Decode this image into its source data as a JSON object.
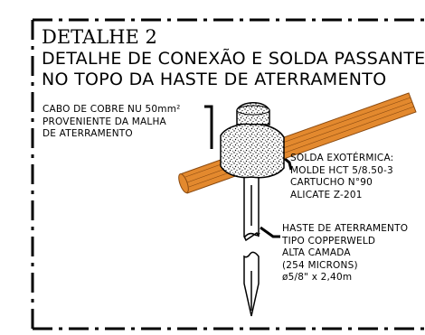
{
  "detail": {
    "label": "DETALHE 2",
    "title_line1": "DETALHE DE CONEXÃO E SOLDA PASSANTE",
    "title_line2": "NO TOPO DA HASTE DE ATERRAMENTO"
  },
  "callouts": {
    "cable": [
      "CABO DE COBRE NU 50mm²",
      "PROVENIENTE DA MALHA",
      "DE ATERRAMENTO"
    ],
    "weld": [
      "SOLDA EXOTÉRMICA:",
      "MOLDE HCT 5/8.50-3",
      "CARTUCHO N°90",
      "ALICATE Z-201"
    ],
    "rod": [
      "HASTE DE ATERRAMENTO",
      "TIPO COPPERWELD",
      "ALTA CAMADA",
      "(254 MICRONS)",
      "ø5/8\" x 2,40m"
    ]
  },
  "colors": {
    "cable_fill": "#e3892e",
    "cable_stroke": "#8a4a10",
    "frame": "#000000"
  }
}
